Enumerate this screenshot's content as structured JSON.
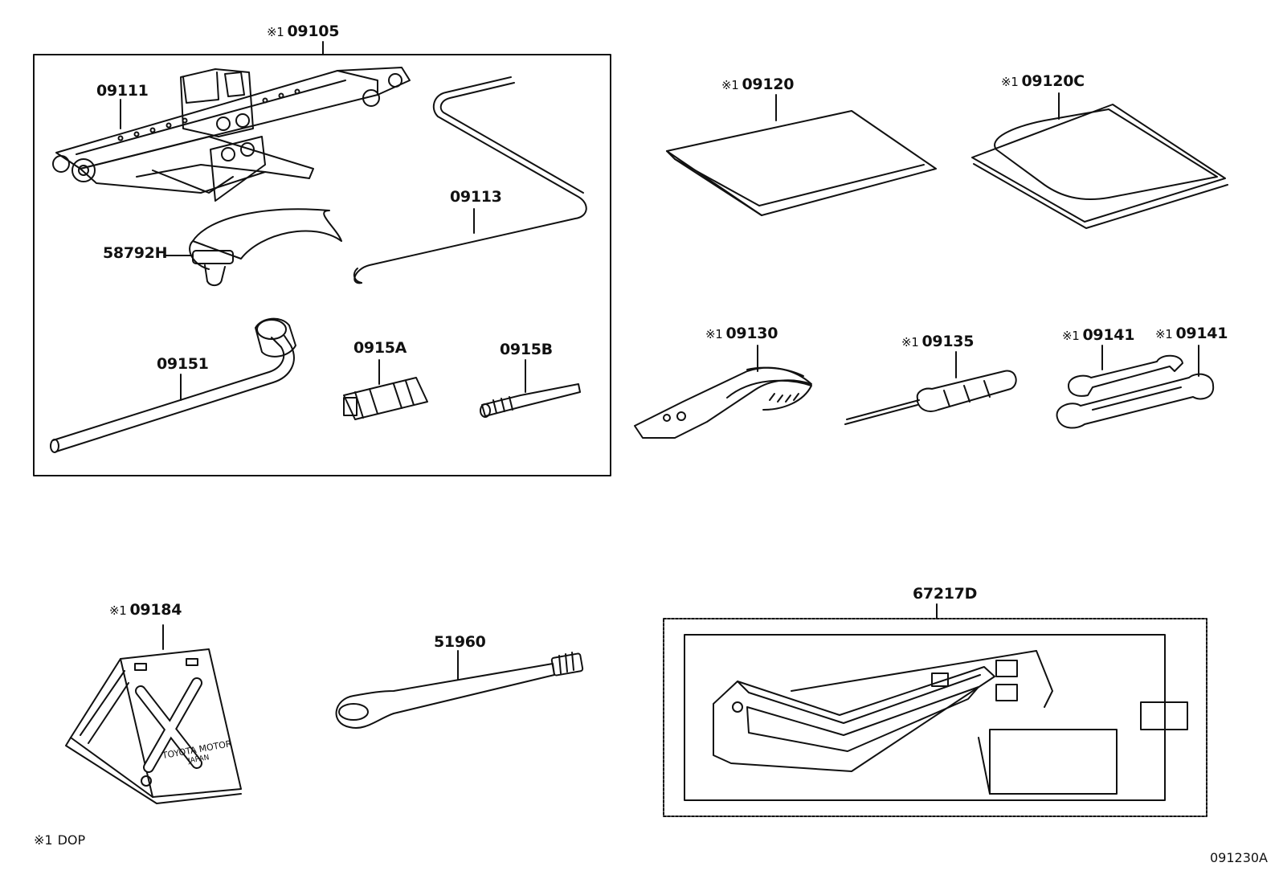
{
  "diagram": {
    "mark": "※1",
    "parts": [
      {
        "id": "p09105",
        "number": "09105",
        "marked": true
      },
      {
        "id": "p09111",
        "number": "09111",
        "marked": false
      },
      {
        "id": "p09113",
        "number": "09113",
        "marked": false
      },
      {
        "id": "p58792H",
        "number": "58792H",
        "marked": false
      },
      {
        "id": "p09151",
        "number": "09151",
        "marked": false
      },
      {
        "id": "p0915A",
        "number": "0915A",
        "marked": false
      },
      {
        "id": "p0915B",
        "number": "0915B",
        "marked": false
      },
      {
        "id": "p09120",
        "number": "09120",
        "marked": true
      },
      {
        "id": "p09120C",
        "number": "09120C",
        "marked": true
      },
      {
        "id": "p09130",
        "number": "09130",
        "marked": true
      },
      {
        "id": "p09135",
        "number": "09135",
        "marked": true
      },
      {
        "id": "p09141a",
        "number": "09141",
        "marked": true
      },
      {
        "id": "p09141b",
        "number": "09141",
        "marked": true
      },
      {
        "id": "p09184",
        "number": "09184",
        "marked": true
      },
      {
        "id": "p51960",
        "number": "51960",
        "marked": false
      },
      {
        "id": "p67217D",
        "number": "67217D",
        "marked": false
      }
    ],
    "plate_text": [
      "TOYOTA MOTOR",
      "JAPAN"
    ],
    "footnote": {
      "mark": "※1",
      "text": "DOP"
    },
    "diagram_id": "091230A"
  }
}
